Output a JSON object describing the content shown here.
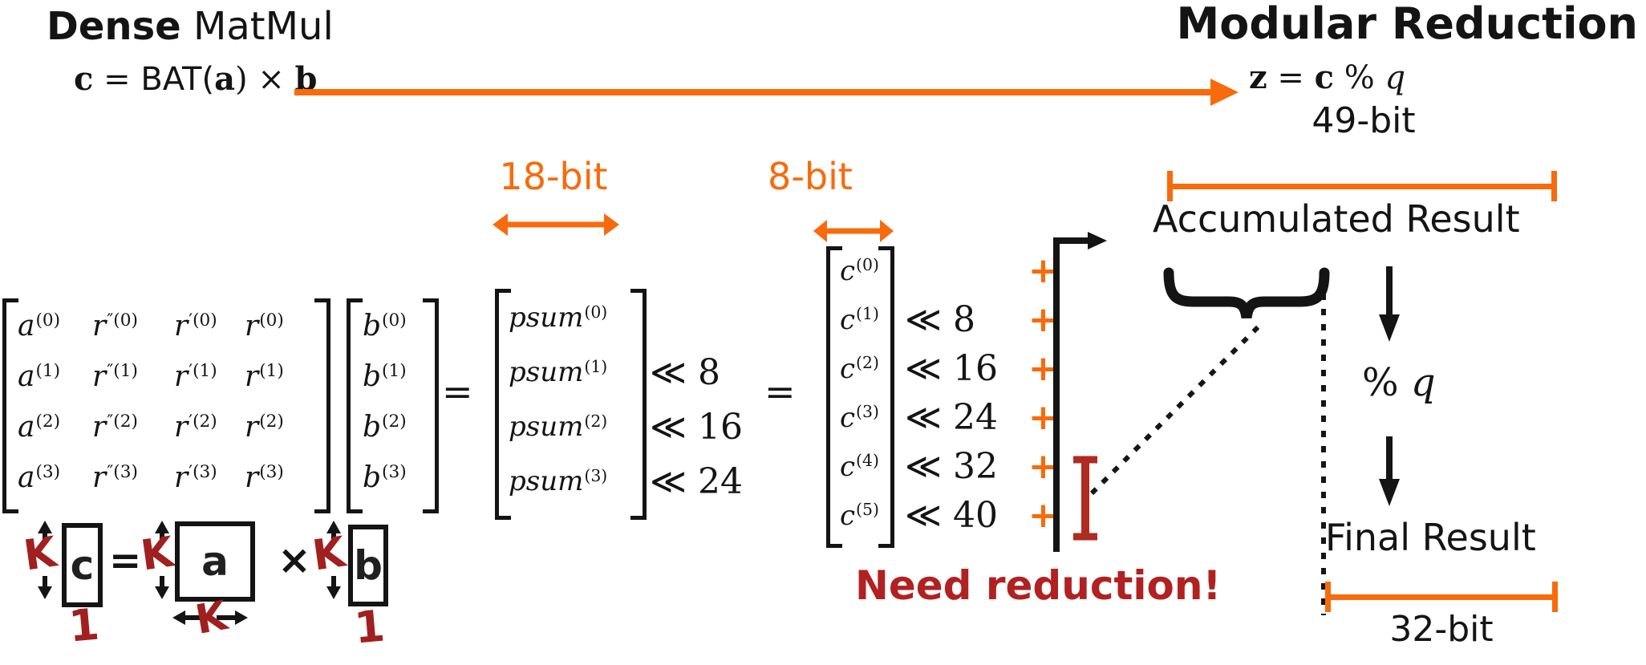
{
  "title_left": {
    "bold": "Dense",
    "regular": " MatMul"
  },
  "title_right": "Modular Reduction",
  "eq_left": {
    "c": "c",
    "equals": " = ",
    "fn": "BAT(",
    "a": "a",
    "close": ") ",
    "times": "× ",
    "b": "b"
  },
  "eq_right": {
    "z": "z",
    "equals": " = ",
    "c": "c",
    "mod": " % ",
    "q": "q"
  },
  "labels": {
    "bits18": "18-bit",
    "bits8": "8-bit",
    "bits49": "49-bit",
    "bits32": "32-bit",
    "accumulated": "Accumulated Result",
    "percent": "% ",
    "q": "q",
    "final": "Final Result",
    "warning": "Need reduction!"
  },
  "equals1": "=",
  "equals2": "=",
  "matrix_a": [
    [
      {
        "base": "a",
        "sup": "(0)"
      },
      {
        "base": "r",
        "sup": "″(0)"
      },
      {
        "base": "r",
        "sup": "′(0)"
      },
      {
        "base": "r",
        "sup": "(0)"
      }
    ],
    [
      {
        "base": "a",
        "sup": "(1)"
      },
      {
        "base": "r",
        "sup": "″(1)"
      },
      {
        "base": "r",
        "sup": "′(1)"
      },
      {
        "base": "r",
        "sup": "(1)"
      }
    ],
    [
      {
        "base": "a",
        "sup": "(2)"
      },
      {
        "base": "r",
        "sup": "″(2)"
      },
      {
        "base": "r",
        "sup": "′(2)"
      },
      {
        "base": "r",
        "sup": "(2)"
      }
    ],
    [
      {
        "base": "a",
        "sup": "(3)"
      },
      {
        "base": "r",
        "sup": "″(3)"
      },
      {
        "base": "r",
        "sup": "′(3)"
      },
      {
        "base": "r",
        "sup": "(3)"
      }
    ]
  ],
  "vector_b": [
    {
      "base": "b",
      "sup": "(0)"
    },
    {
      "base": "b",
      "sup": "(1)"
    },
    {
      "base": "b",
      "sup": "(2)"
    },
    {
      "base": "b",
      "sup": "(3)"
    }
  ],
  "psum_vector": [
    {
      "base": "psum",
      "sup": "(0)",
      "shift": ""
    },
    {
      "base": "psum",
      "sup": "(1)",
      "shift": "≪ 8"
    },
    {
      "base": "psum",
      "sup": "(2)",
      "shift": "≪ 16"
    },
    {
      "base": "psum",
      "sup": "(3)",
      "shift": "≪ 24"
    }
  ],
  "c_vector": [
    {
      "base": "c",
      "sup": "(0)",
      "shift": "",
      "plus": "+"
    },
    {
      "base": "c",
      "sup": "(1)",
      "shift": "≪ 8",
      "plus": "+"
    },
    {
      "base": "c",
      "sup": "(2)",
      "shift": "≪ 16",
      "plus": "+"
    },
    {
      "base": "c",
      "sup": "(3)",
      "shift": "≪ 24",
      "plus": "+"
    },
    {
      "base": "c",
      "sup": "(4)",
      "shift": "≪ 32",
      "plus": "+"
    },
    {
      "base": "c",
      "sup": "(5)",
      "shift": "≪ 40",
      "plus": "+"
    }
  ],
  "hand_diagram": {
    "k": "K",
    "one": "1",
    "c": "c",
    "a": "a",
    "b": "b",
    "equals": "=",
    "times": "×"
  },
  "colors": {
    "orange": "#F76B0C",
    "warning_red": "#B12121",
    "ibar_red": "#B02B20",
    "hand_red": "#A02020",
    "ink": "#141414"
  }
}
